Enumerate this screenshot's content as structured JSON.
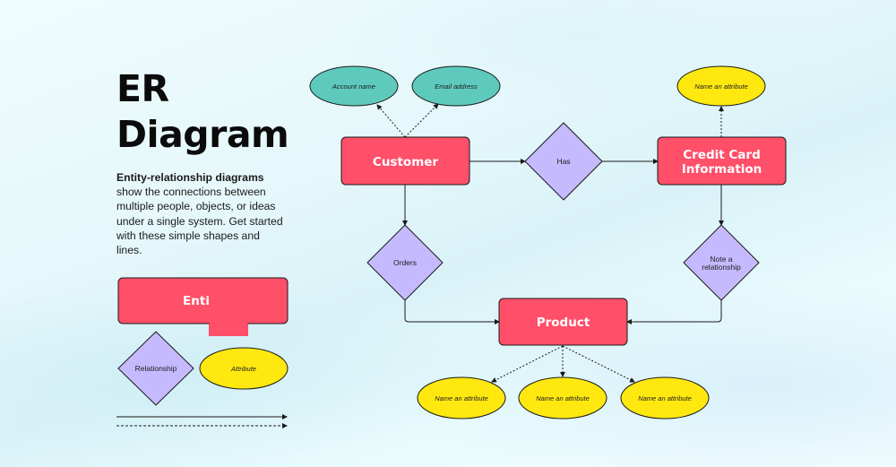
{
  "header": {
    "title_line1": "ER",
    "title_line2": "Diagram",
    "description_bold": "Entity-relationship diagrams",
    "description_rest": "show the connections between multiple people, objects, or ideas under a single system. Get started with these simple shapes and lines."
  },
  "legend": {
    "entity_label": "Enti",
    "relationship_label": "Relationship",
    "attribute_label": "Attribute",
    "solid_line": "solid arrow connector",
    "dashed_line": "dashed arrow connector"
  },
  "diagram": {
    "entities": {
      "customer": "Customer",
      "credit_card_line1": "Credit Card",
      "credit_card_line2": "Information",
      "product": "Product"
    },
    "relationships": {
      "has": "Has",
      "orders": "Orders",
      "note_line1": "Note a",
      "note_line2": "relationship"
    },
    "attributes": {
      "account_name": "Account name",
      "email_address": "Email address",
      "credit_card_attr": "Name an attribute",
      "product_attr_1": "Name an attribute",
      "product_attr_2": "Name an attribute",
      "product_attr_3": "Name an attribute"
    }
  },
  "colors": {
    "entity": "#ff4f69",
    "relationship": "#c6baff",
    "attribute_teal": "#5ecabd",
    "attribute_yellow": "#ffe810",
    "stroke": "#1a1a1a"
  }
}
